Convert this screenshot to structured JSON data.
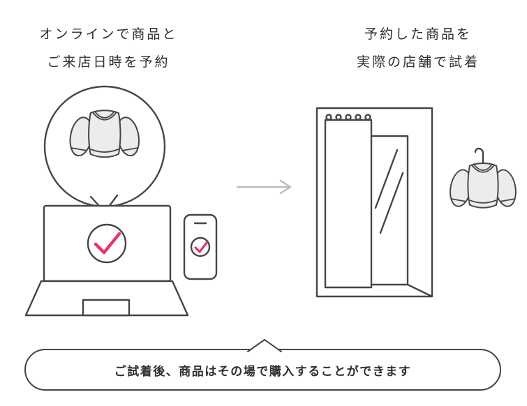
{
  "steps": {
    "left": {
      "line1": "オンラインで商品と",
      "line2": "ご来店日時を予約"
    },
    "right": {
      "line1": "予約した商品を",
      "line2": "実際の店舗で試着"
    }
  },
  "footer": {
    "message": "ご試着後、商品はその場で購入することができます"
  },
  "colors": {
    "outline": "#454545",
    "accent_pink": "#e8336b",
    "sweater_fill": "#ececec",
    "arrow_gray": "#bdbdbd",
    "text": "#2e2e2e"
  },
  "icons": {
    "speech_bubble": "speech-bubble-icon",
    "sweater": "sweater-icon",
    "laptop": "laptop-icon",
    "smartphone": "smartphone-icon",
    "checkmark": "checkmark-icon",
    "arrow": "arrow-right-icon",
    "fitting_room": "fitting-room-icon",
    "curtain": "curtain-icon",
    "mirror": "mirror-icon",
    "hanger": "hanger-icon",
    "bubble_pointer": "bubble-pointer-icon"
  }
}
